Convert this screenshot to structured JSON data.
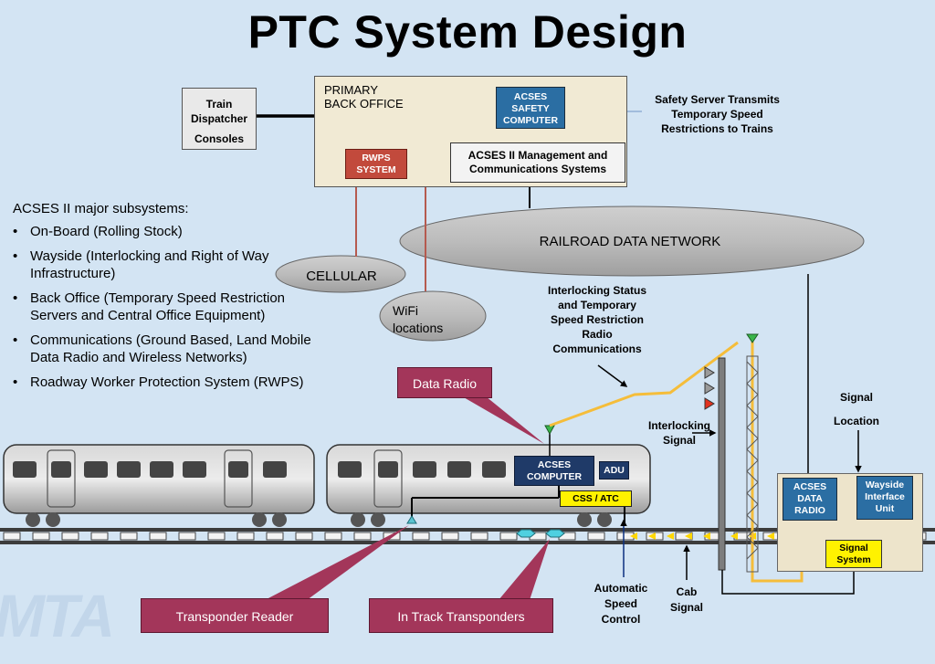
{
  "title": "PTC System Design",
  "dispatcher": {
    "line1": "Train",
    "line2": "Dispatcher",
    "line3": "Consoles"
  },
  "back_office": {
    "line1": "PRIMARY",
    "line2": "BACK OFFICE"
  },
  "acses_safety_computer": {
    "line1": "ACSES",
    "line2": "SAFETY",
    "line3": "COMPUTER"
  },
  "rwps_system": {
    "line1": "RWPS",
    "line2": "SYSTEM"
  },
  "management": {
    "line1": "ACSES II Management and",
    "line2": "Communications Systems"
  },
  "safety_note": {
    "line1": "Safety Server Transmits",
    "line2": "Temporary Speed",
    "line3": "Restrictions to Trains"
  },
  "subsystems": {
    "heading": "ACSES II major subsystems:",
    "items": [
      "On-Board (Rolling Stock)",
      "Wayside (Interlocking and Right of Way Infrastructure)",
      "Back Office (Temporary Speed Restriction Servers and Central Office Equipment)",
      "Communications (Ground Based, Land Mobile Data Radio and Wireless Networks)",
      "Roadway Worker Protection System (RWPS)"
    ]
  },
  "networks": {
    "railroad": "RAILROAD DATA NETWORK",
    "cellular": "CELLULAR",
    "wifi_line1": "WiFi",
    "wifi_line2": "locations"
  },
  "radio_comm": {
    "line1": "Interlocking Status",
    "line2": "and Temporary",
    "line3": "Speed Restriction",
    "line4": "Radio",
    "line5": "Communications"
  },
  "callouts": {
    "data_radio": "Data Radio",
    "transponder_reader": "Transponder Reader",
    "in_track_transponders": "In Track Transponders"
  },
  "interlocking_signal": {
    "line1": "Interlocking",
    "line2": "Signal"
  },
  "signal_location": {
    "line1": "Signal",
    "line2": "Location"
  },
  "train": {
    "acses_computer_line1": "ACSES",
    "acses_computer_line2": "COMPUTER",
    "adu": "ADU",
    "css_atc": "CSS / ATC"
  },
  "wayside": {
    "acses_data_radio": {
      "line1": "ACSES",
      "line2": "DATA",
      "line3": "RADIO"
    },
    "wayside_interface": {
      "line1": "Wayside",
      "line2": "Interface",
      "line3": "Unit"
    },
    "signal_system": {
      "line1": "Signal",
      "line2": "System"
    }
  },
  "bottom_labels": {
    "automatic_speed": {
      "line1": "Automatic",
      "line2": "Speed",
      "line3": "Control"
    },
    "cab_signal": {
      "line1": "Cab",
      "line2": "Signal"
    }
  },
  "logo_text": "MTA",
  "colors": {
    "background": "#d3e4f3",
    "office_blue": "#2b6ea3",
    "train_blue": "#1f3a68",
    "rwps_red": "#c24a3c",
    "callout_magenta": "#a3365a",
    "signal_yellow": "#fff200",
    "radio_link": "#f5bd3a",
    "rwps_line": "#b55a4f"
  }
}
